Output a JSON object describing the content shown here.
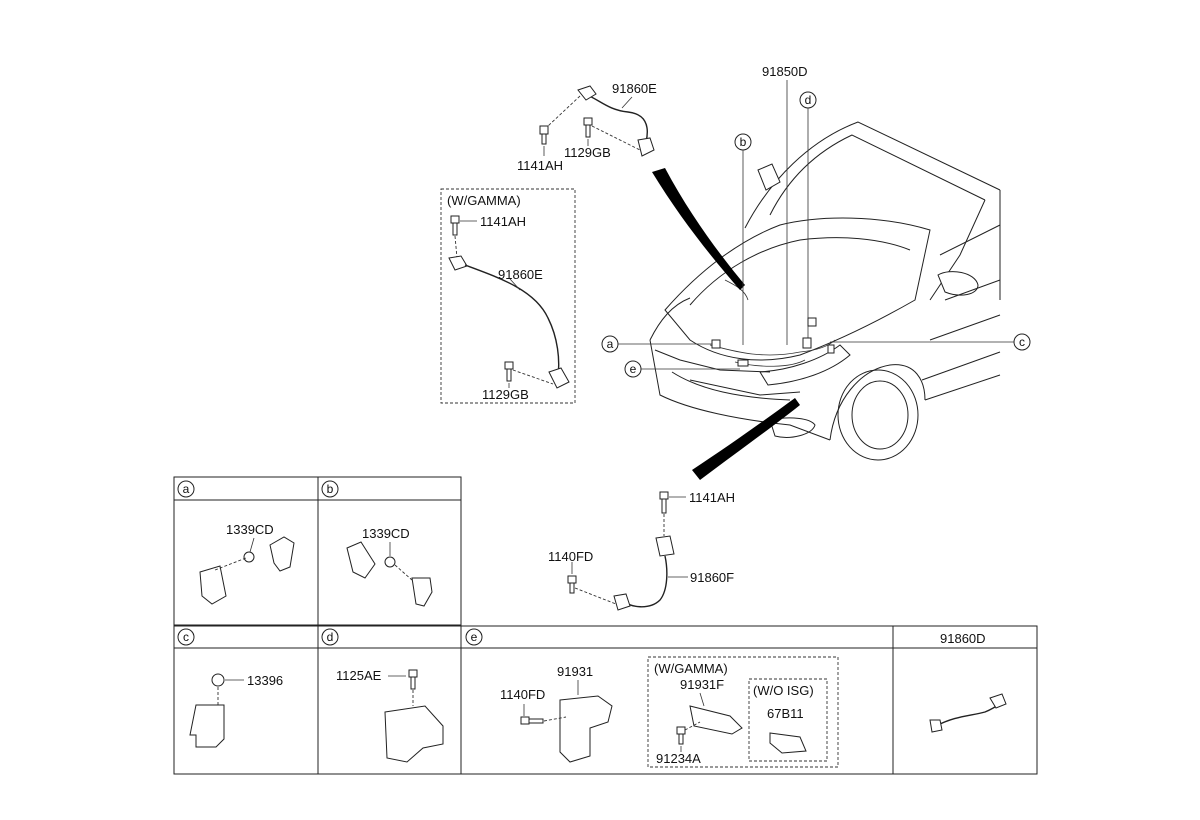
{
  "labels": {
    "top_cable": "91860E",
    "top_bolt_left": "1141AH",
    "top_bolt_right": "1129GB",
    "gamma_header": "(W/GAMMA)",
    "gamma_bolt_top": "1141AH",
    "gamma_cable": "91860E",
    "gamma_bolt_bottom": "1129GB",
    "main_harness": "91850D",
    "mid_bolt": "1141AH",
    "mid_screw": "1140FD",
    "mid_cable": "91860F"
  },
  "callouts": {
    "a": "a",
    "b": "b",
    "c": "c",
    "d": "d",
    "e": "e"
  },
  "cells": {
    "a": {
      "letter": "a",
      "part": "1339CD"
    },
    "b": {
      "letter": "b",
      "part": "1339CD"
    },
    "c": {
      "letter": "c",
      "part": "13396"
    },
    "d": {
      "letter": "d",
      "part": "1125AE"
    },
    "e": {
      "letter": "e",
      "bracket": "91931",
      "screw": "1140FD",
      "gamma_header": "(W/GAMMA)",
      "gamma_bracket": "91931F",
      "gamma_screw": "91234A",
      "isg_header": "(W/O ISG)",
      "isg_part": "67B11"
    },
    "f": {
      "header": "91860D"
    }
  }
}
